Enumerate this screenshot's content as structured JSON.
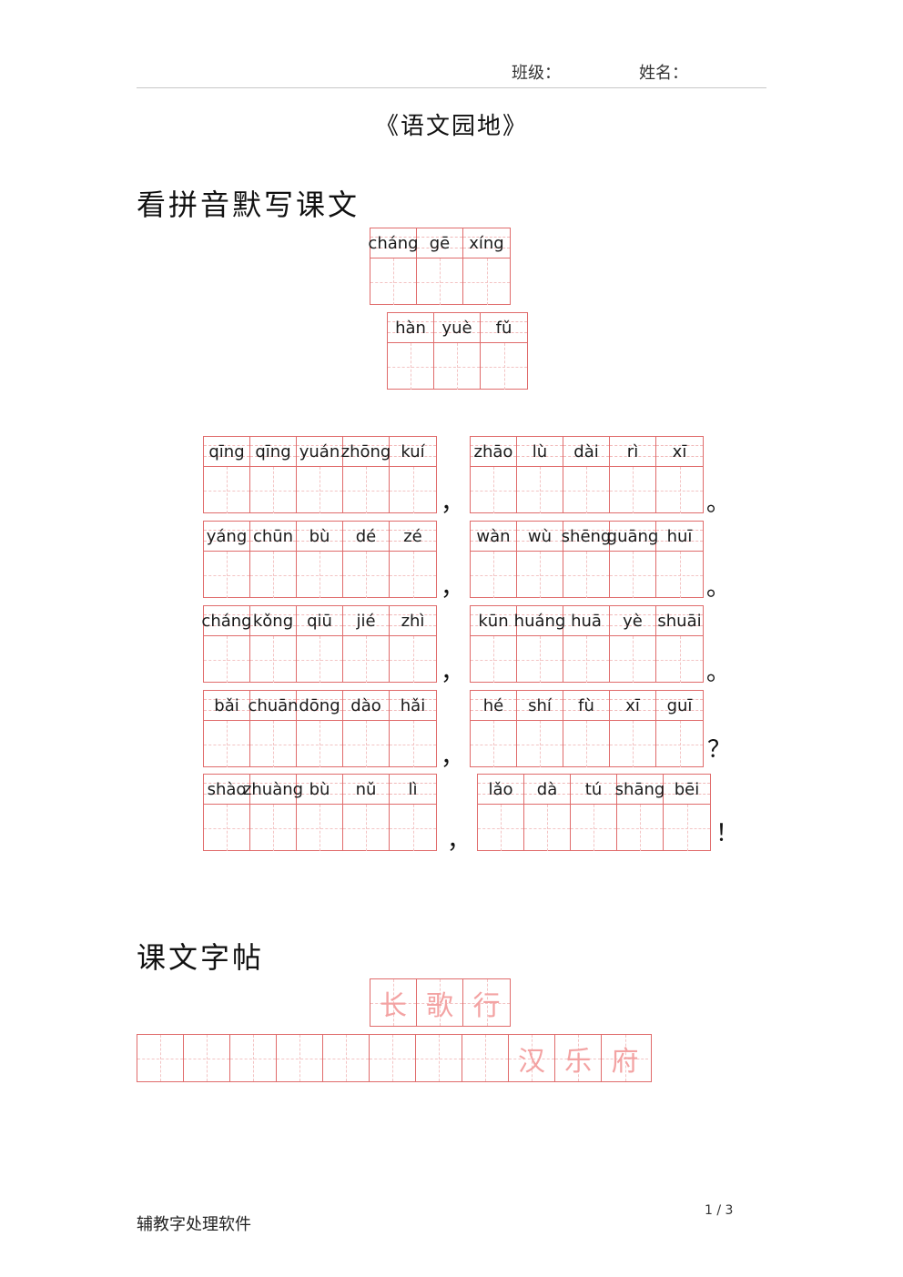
{
  "header": {
    "class_label": "班级：",
    "name_label": "姓名："
  },
  "title": "《语文园地》",
  "sections": {
    "dictation_title": "看拼音默写课文",
    "copybook_title": "课文字帖"
  },
  "poem_title_pinyin": [
    "cháng",
    "gē",
    "xíng"
  ],
  "poem_source_pinyin": [
    "hàn",
    "yuè",
    "fǔ"
  ],
  "lines": [
    {
      "left": [
        "qīng",
        "qīng",
        "yuán",
        "zhōng",
        "kuí"
      ],
      "left_punct": "，",
      "right": [
        "zhāo",
        "lù",
        "dài",
        "rì",
        "xī"
      ],
      "right_punct": "。"
    },
    {
      "left": [
        "yáng",
        "chūn",
        "bù",
        "dé",
        "zé"
      ],
      "left_punct": "，",
      "right": [
        "wàn",
        "wù",
        "shēng",
        "guāng",
        "huī"
      ],
      "right_punct": "。"
    },
    {
      "left": [
        "cháng",
        "kǒng",
        "qiū",
        "jié",
        "zhì"
      ],
      "left_punct": "，",
      "right": [
        "kūn",
        "huáng",
        "huā",
        "yè",
        "shuāi"
      ],
      "right_punct": "。"
    },
    {
      "left": [
        "bǎi",
        "chuān",
        "dōng",
        "dào",
        "hǎi"
      ],
      "left_punct": "，",
      "right": [
        "hé",
        "shí",
        "fù",
        "xī",
        "guī"
      ],
      "right_punct": "？"
    },
    {
      "left": [
        "shào",
        "zhuàng",
        "bù",
        "nǔ",
        "lì"
      ],
      "left_punct": "，",
      "right": [
        "lǎo",
        "dà",
        "tú",
        "shāng",
        "bēi"
      ],
      "right_punct": "！"
    }
  ],
  "copybook": {
    "title_chars": [
      "长",
      "歌",
      "行"
    ],
    "source_chars": [
      "汉",
      "乐",
      "府"
    ]
  },
  "footer": {
    "software": "辅教字处理软件",
    "page": "1 / 3"
  }
}
